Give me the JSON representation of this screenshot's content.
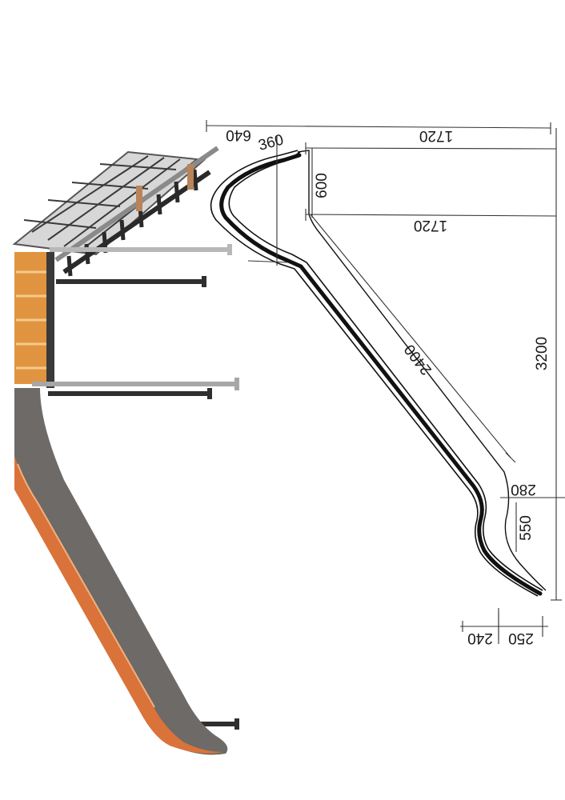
{
  "drawing": {
    "dimensions": {
      "overall_length_top": "1720",
      "top_offset": "640",
      "start_section_width": "360",
      "start_section_drop": "600",
      "start_section_length": "1720",
      "slope_length": "2400",
      "total_height": "3200",
      "exit_offset": "280",
      "exit_drop": "550",
      "exit_lip_a": "240",
      "exit_lip_b": "250"
    }
  },
  "colors": {
    "background": "#ffffff",
    "line": "#111111",
    "slide_orange": "#d9733a",
    "slide_grey": "#6d6a68",
    "deck_wood": "#e0943f",
    "frame_steel": "#3a3a3a",
    "pipe_grey": "#9a9a9a"
  }
}
